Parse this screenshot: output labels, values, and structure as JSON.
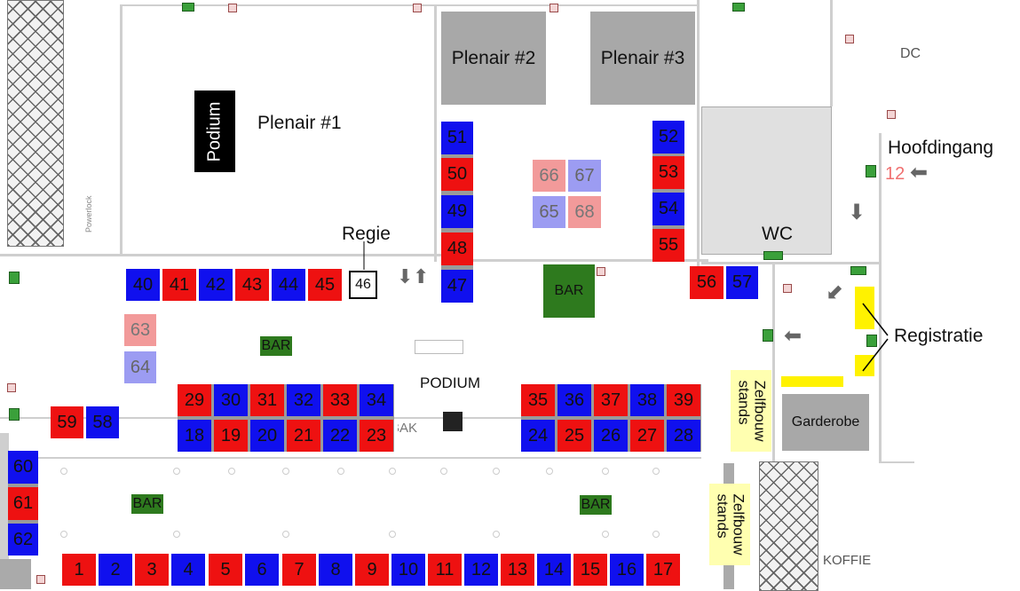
{
  "rooms": {
    "plenair1": "Plenair #1",
    "plenair2": "Plenair #2",
    "plenair3": "Plenair #3",
    "podium_stage": "Podium",
    "podium": "PODIUM",
    "regie": "Regie",
    "wc": "WC",
    "dc": "DC",
    "hoofdingang": "Hoofdingang",
    "registratie": "Registratie",
    "garderobe": "Garderobe",
    "koffie": "KOFFIE",
    "zelfbouw": "Zelfbouw stands",
    "powerlock": "Powerlock",
    "bak": "BAK",
    "bar": "BAR"
  },
  "stands": {
    "s1": "1",
    "s2": "2",
    "s3": "3",
    "s4": "4",
    "s5": "5",
    "s6": "6",
    "s7": "7",
    "s8": "8",
    "s9": "9",
    "s10": "10",
    "s11": "11",
    "s12": "12",
    "s13": "13",
    "s14": "14",
    "s15": "15",
    "s16": "16",
    "s17": "17",
    "s18": "18",
    "s19": "19",
    "s20": "20",
    "s21": "21",
    "s22": "22",
    "s23": "23",
    "s24": "24",
    "s25": "25",
    "s26": "26",
    "s27": "27",
    "s28": "28",
    "s29": "29",
    "s30": "30",
    "s31": "31",
    "s32": "32",
    "s33": "33",
    "s34": "34",
    "s35": "35",
    "s36": "36",
    "s37": "37",
    "s38": "38",
    "s39": "39",
    "s40": "40",
    "s41": "41",
    "s42": "42",
    "s43": "43",
    "s44": "44",
    "s45": "45",
    "s46": "46",
    "s47": "47",
    "s48": "48",
    "s49": "49",
    "s50": "50",
    "s51": "51",
    "s52": "52",
    "s53": "53",
    "s54": "54",
    "s55": "55",
    "s56": "56",
    "s57": "57",
    "s58": "58",
    "s59": "59",
    "s60": "60",
    "s61": "61",
    "s62": "62",
    "s63": "63",
    "s64": "64",
    "s65": "65",
    "s66": "66",
    "s67": "67",
    "s68": "68",
    "entrance": "12"
  },
  "colors": {
    "red": "#ee1111",
    "blue": "#1010ee",
    "pink": "#f29a9a",
    "lavender": "#9c9cf2",
    "bar_green": "#2e7a1e",
    "yellow": "#fff200",
    "zelfbouw": "#ffffb0",
    "plenair_gray": "#a8a8a8"
  }
}
